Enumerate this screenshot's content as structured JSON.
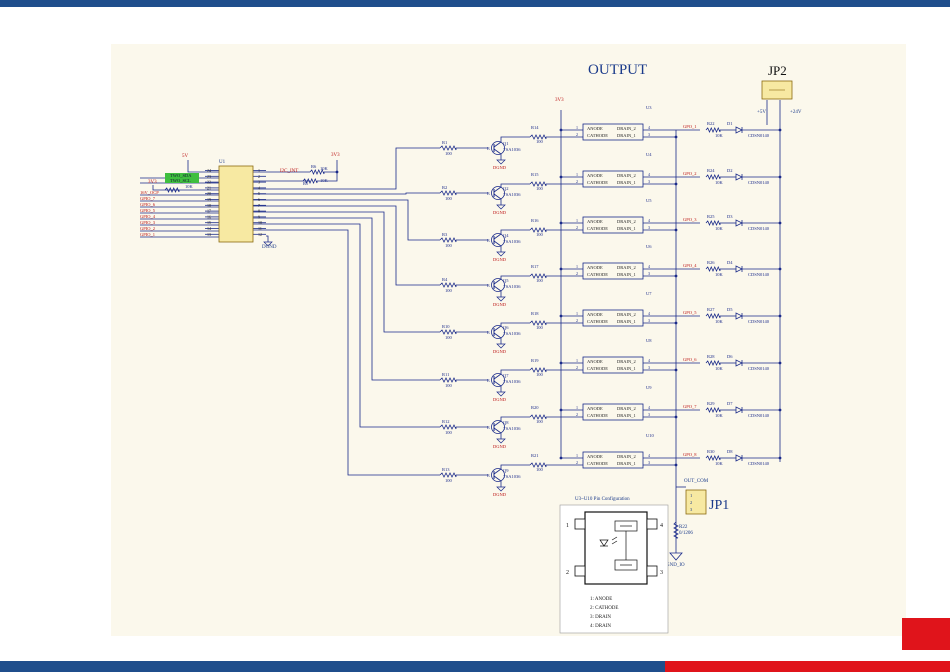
{
  "title": "OUTPUT",
  "connectors": {
    "jp2": "JP2",
    "jp1": "JP1",
    "jp2_pins": [
      "+5V",
      "+24V"
    ],
    "jp1_pins": [
      "1",
      "2",
      "3"
    ]
  },
  "power": {
    "v3v3": "3V3",
    "v5": "5V",
    "dgnd": "DGND",
    "gnd_io": "GND_IO",
    "out_com": "OUT_COM"
  },
  "expander": {
    "ref": "U1",
    "left_pins": [
      "VCC",
      "SDA",
      "SCL",
      "A0",
      "P17",
      "P16",
      "P15",
      "P14",
      "P13",
      "P12",
      "P11",
      "P10"
    ],
    "left_nums": [
      "24",
      "23",
      "22",
      "21",
      "20",
      "19",
      "18",
      "17",
      "16",
      "15",
      "14",
      "13"
    ],
    "right_pins": [
      "INT",
      "A1",
      "A2",
      "P00",
      "P01",
      "P02",
      "P03",
      "P04",
      "P05",
      "P06",
      "P07",
      "GND"
    ],
    "right_nums": [
      "1",
      "2",
      "3",
      "4",
      "5",
      "6",
      "7",
      "8",
      "9",
      "10",
      "11",
      "12"
    ],
    "inputs": [
      "TWO_SDA",
      "TWO_SCL",
      "16V_OCP",
      "GPIO_7",
      "GPIO_6",
      "GPIO_5",
      "GPIO_4",
      "GPIO_3",
      "GPIO_2",
      "GPIO_1"
    ],
    "int_label": "I2C_INT",
    "pullups": [
      {
        "ref": "R6",
        "val": "10K"
      },
      {
        "ref": "R5",
        "val": "10K"
      },
      {
        "ref": "R7",
        "val": "10K"
      }
    ]
  },
  "channels": [
    {
      "rb": "R1",
      "rb_val": "100",
      "q": "Q1",
      "q_part": "TSA1036",
      "rc": "R14",
      "rc_val": "100",
      "iso": "U3",
      "gpo": "GPO_1",
      "rl": "R22",
      "rl_val": "10K",
      "led": "D1",
      "led_part": "CDSN0140"
    },
    {
      "rb": "R2",
      "rb_val": "100",
      "q": "Q2",
      "q_part": "TSA1036",
      "rc": "R15",
      "rc_val": "100",
      "iso": "U4",
      "gpo": "GPO_2",
      "rl": "R24",
      "rl_val": "10K",
      "led": "D2",
      "led_part": "CDSN0140"
    },
    {
      "rb": "R3",
      "rb_val": "100",
      "q": "Q4",
      "q_part": "TSA1036",
      "rc": "R16",
      "rc_val": "100",
      "iso": "U5",
      "gpo": "GPO_3",
      "rl": "R25",
      "rl_val": "10K",
      "led": "D3",
      "led_part": "CDSN0140"
    },
    {
      "rb": "R4",
      "rb_val": "100",
      "q": "Q5",
      "q_part": "TSA1036",
      "rc": "R17",
      "rc_val": "100",
      "iso": "U6",
      "gpo": "GPO_4",
      "rl": "R26",
      "rl_val": "10K",
      "led": "D4",
      "led_part": "CDSN0140"
    },
    {
      "rb": "R10",
      "rb_val": "100",
      "q": "Q6",
      "q_part": "TSA1036",
      "rc": "R18",
      "rc_val": "100",
      "iso": "U7",
      "gpo": "GPO_5",
      "rl": "R27",
      "rl_val": "10K",
      "led": "D5",
      "led_part": "CDSN0140"
    },
    {
      "rb": "R11",
      "rb_val": "100",
      "q": "Q7",
      "q_part": "TSA1036",
      "rc": "R19",
      "rc_val": "100",
      "iso": "U8",
      "gpo": "GPO_6",
      "rl": "R28",
      "rl_val": "10K",
      "led": "D6",
      "led_part": "CDSN0140"
    },
    {
      "rb": "R12",
      "rb_val": "100",
      "q": "Q8",
      "q_part": "TSA1036",
      "rc": "R20",
      "rc_val": "100",
      "iso": "U9",
      "gpo": "GPO_7",
      "rl": "R29",
      "rl_val": "10K",
      "led": "D7",
      "led_part": "CDSN0140"
    },
    {
      "rb": "R13",
      "rb_val": "100",
      "q": "Q9",
      "q_part": "TSA1036",
      "rc": "R21",
      "rc_val": "100",
      "iso": "U10",
      "gpo": "GPO_8",
      "rl": "R30",
      "rl_val": "10K",
      "led": "D8",
      "led_part": "CDSN0140"
    }
  ],
  "iso_pins": {
    "anode": "ANODE",
    "cathode": "CATHODE",
    "drain2": "DRAIN_2",
    "drain1": "DRAIN_1"
  },
  "com_resistor": {
    "ref": "R22",
    "val": "0/1206"
  },
  "pin_config": {
    "caption": "U3~U10 Pin Configuration",
    "pins": [
      "1",
      "2",
      "3",
      "4"
    ],
    "legend": [
      "1: ANODE",
      "2: CATHODE",
      "3: DRAIN",
      "4: DRAIN"
    ]
  }
}
